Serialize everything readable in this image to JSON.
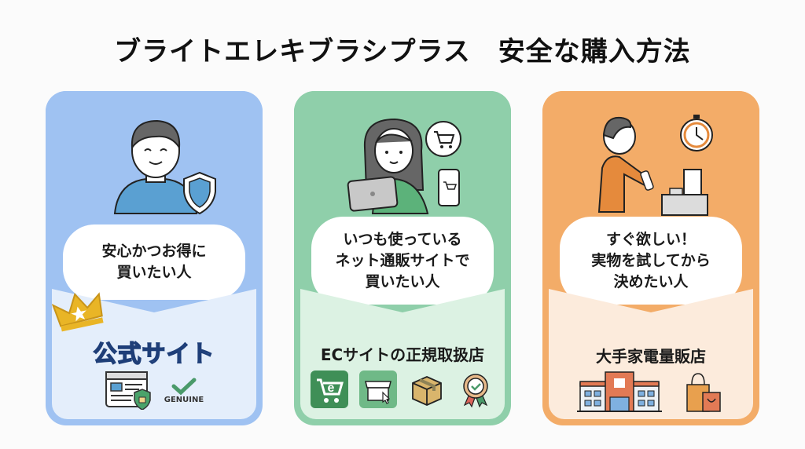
{
  "title": "ブライトエレキブラシプラス　安全な購入方法",
  "cards": [
    {
      "color": "#9fc2f2",
      "audience": "安心かつお得に\n買いたい人",
      "channel": "公式サイト",
      "badge_text": "GENUINE",
      "icons": [
        "crown-icon",
        "browser-window-icon",
        "shield-lock-icon",
        "checkmark-icon"
      ]
    },
    {
      "color": "#8fcfaa",
      "audience": "いつも使っている\nネット通販サイトで\n買いたい人",
      "channel": "ECサイトの正規取扱店",
      "icons": [
        "ec-cart-icon",
        "storefront-click-icon",
        "cardboard-box-icon",
        "certified-badge-icon"
      ]
    },
    {
      "color": "#f3ac68",
      "audience": "すぐ欲しい！\n実物を試してから\n決めたい人",
      "channel": "大手家電量販店",
      "icons": [
        "store-building-icon",
        "shopping-bags-icon"
      ]
    }
  ]
}
